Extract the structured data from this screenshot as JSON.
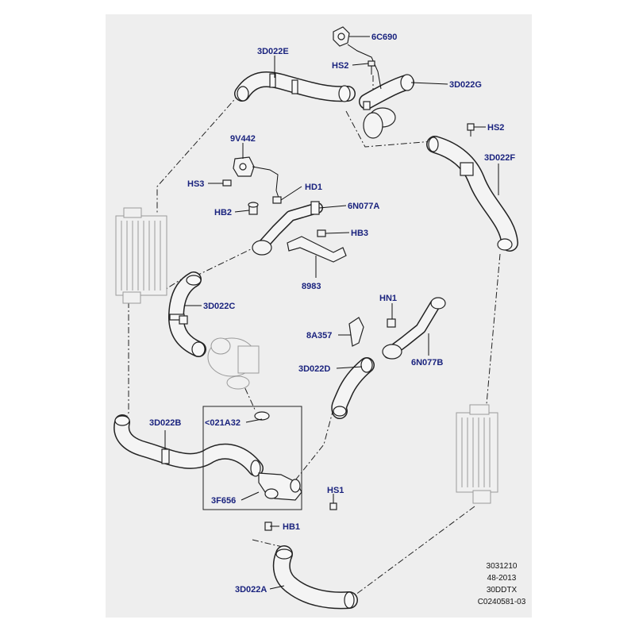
{
  "labels": {
    "l_6C690": "6C690",
    "l_3D022E": "3D022E",
    "l_HS2_top": "HS2",
    "l_3D022G": "3D022G",
    "l_HS2_right": "HS2",
    "l_9V442": "9V442",
    "l_3D022F": "3D022F",
    "l_HS3": "HS3",
    "l_HD1": "HD1",
    "l_HB2": "HB2",
    "l_6N077A": "6N077A",
    "l_HB3": "HB3",
    "l_8983": "8983",
    "l_3D022C": "3D022C",
    "l_HN1": "HN1",
    "l_8A357": "8A357",
    "l_3D022D": "3D022D",
    "l_6N077B": "6N077B",
    "l_3D022B": "3D022B",
    "l_021A32": "<021A32",
    "l_HS1": "HS1",
    "l_3F656": "3F656",
    "l_HB1": "HB1",
    "l_3D022A": "3D022A"
  },
  "meta": {
    "line1": "3031210",
    "line2": "48-2013",
    "line3": "30DDTX",
    "line4": "C0240581-03"
  }
}
